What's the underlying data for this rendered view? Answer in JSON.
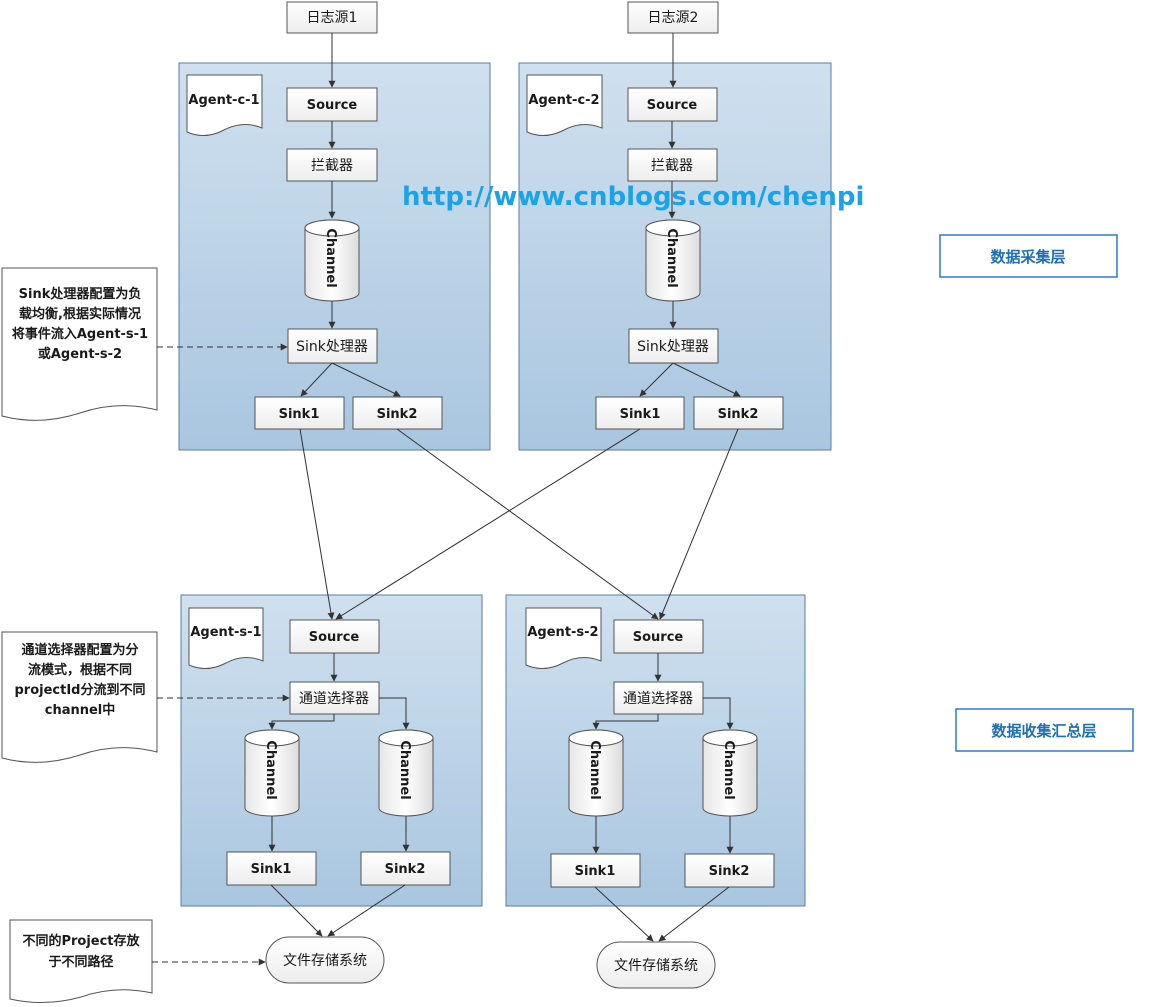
{
  "logsource1": "日志源1",
  "logsource2": "日志源2",
  "watermark": "http://www.cnblogs.com/chenpi",
  "layer_collect": "数据采集层",
  "layer_aggregate": "数据收集汇总层",
  "agent_c1": {
    "label": "Agent-c-1",
    "source": "Source",
    "interceptor": "拦截器",
    "channel": "Channel",
    "processor": "Sink处理器",
    "sink1": "Sink1",
    "sink2": "Sink2"
  },
  "agent_c2": {
    "label": "Agent-c-2",
    "source": "Source",
    "interceptor": "拦截器",
    "channel": "Channel",
    "processor": "Sink处理器",
    "sink1": "Sink1",
    "sink2": "Sink2"
  },
  "agent_s1": {
    "label": "Agent-s-1",
    "source": "Source",
    "selector": "通道选择器",
    "channel1": "Channel",
    "channel2": "Channel",
    "sink1": "Sink1",
    "sink2": "Sink2",
    "storage": "文件存储系统"
  },
  "agent_s2": {
    "label": "Agent-s-2",
    "source": "Source",
    "selector": "通道选择器",
    "channel1": "Channel",
    "channel2": "Channel",
    "sink1": "Sink1",
    "sink2": "Sink2",
    "storage": "文件存储系统"
  },
  "note_processor": [
    "Sink处理器配置为负",
    "载均衡,根据实际情况",
    "将事件流入Agent-s-1",
    "或Agent-s-2"
  ],
  "note_selector": [
    "通道选择器配置为分",
    "流模式，根据不同",
    "projectId分流到不同",
    "channel中"
  ],
  "note_project": [
    "不同的Project存放",
    "于不同路径"
  ]
}
